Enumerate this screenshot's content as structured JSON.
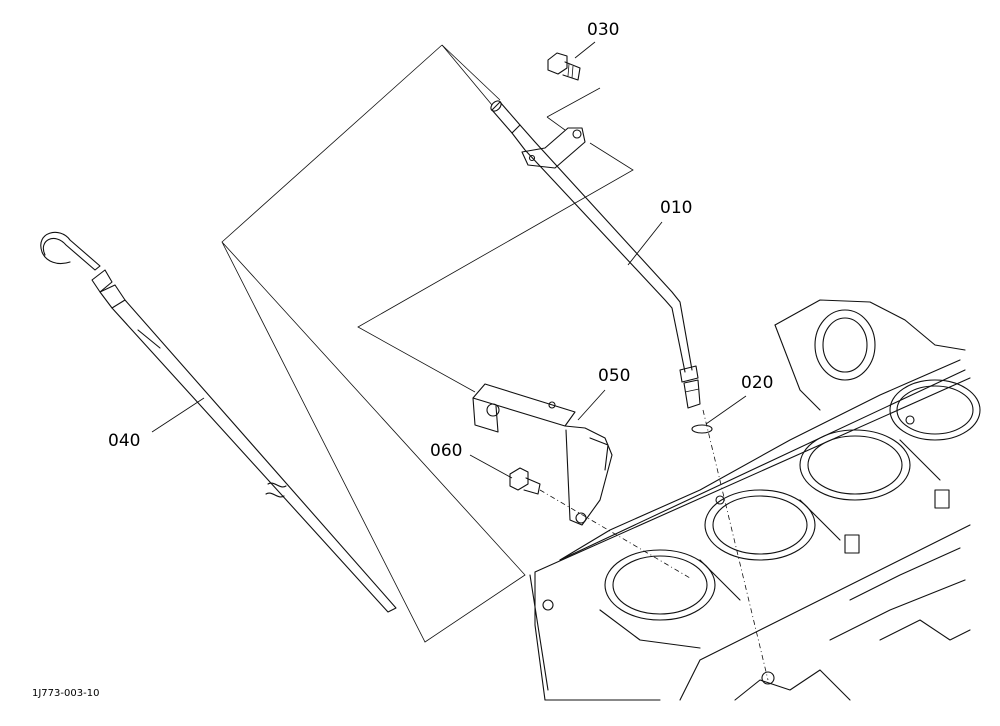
{
  "callouts": {
    "p010": "010",
    "p020": "020",
    "p030": "030",
    "p040": "040",
    "p050": "050",
    "p060": "060"
  },
  "figure_ref": "1J773-003-10"
}
